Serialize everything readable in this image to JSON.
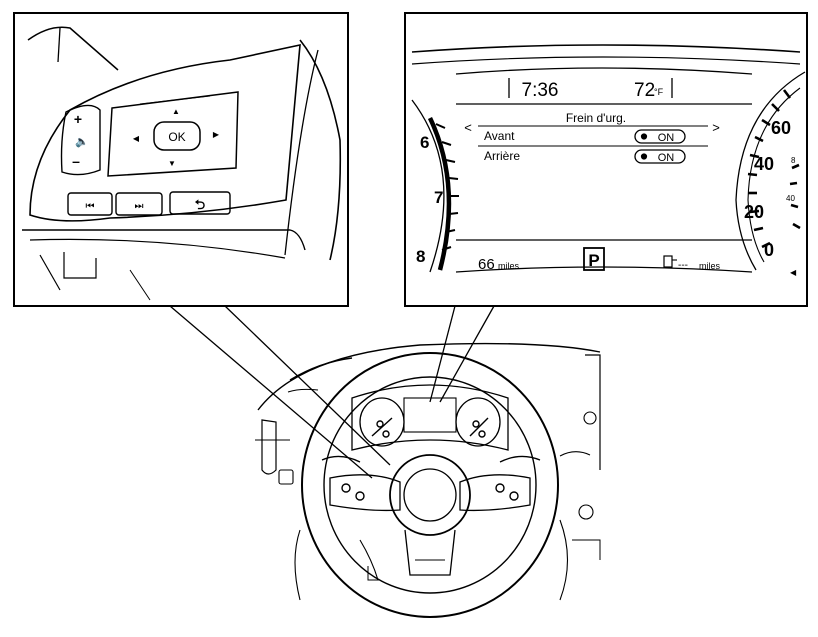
{
  "controls_panel": {
    "volume_plus": "+",
    "volume_minus": "–",
    "ok_label": "OK",
    "up_arrow": "▲",
    "down_arrow": "▼",
    "left_arrow": "◀",
    "right_arrow": "▶",
    "prev_track": "⏮",
    "next_track": "⏭",
    "back": "⮌"
  },
  "display_panel": {
    "time": "7:36",
    "temperature": "72",
    "temperature_unit": "°F",
    "menu_title": "Frein d'urg.",
    "nav_left": "<",
    "nav_right": ">",
    "rows": [
      {
        "label": "Avant",
        "state": "ON"
      },
      {
        "label": "Arrière",
        "state": "ON"
      }
    ],
    "tach_6": "6",
    "tach_7": "7",
    "tach_8": "8",
    "speed_60": "60",
    "speed_40": "40",
    "speed_20": "20",
    "speed_0": "0",
    "speed_80_small": "8",
    "speed_40_small": "40",
    "odometer_value": "66",
    "odometer_unit": "miles",
    "gear": "P",
    "fuel_range": "---",
    "fuel_unit": "miles"
  }
}
